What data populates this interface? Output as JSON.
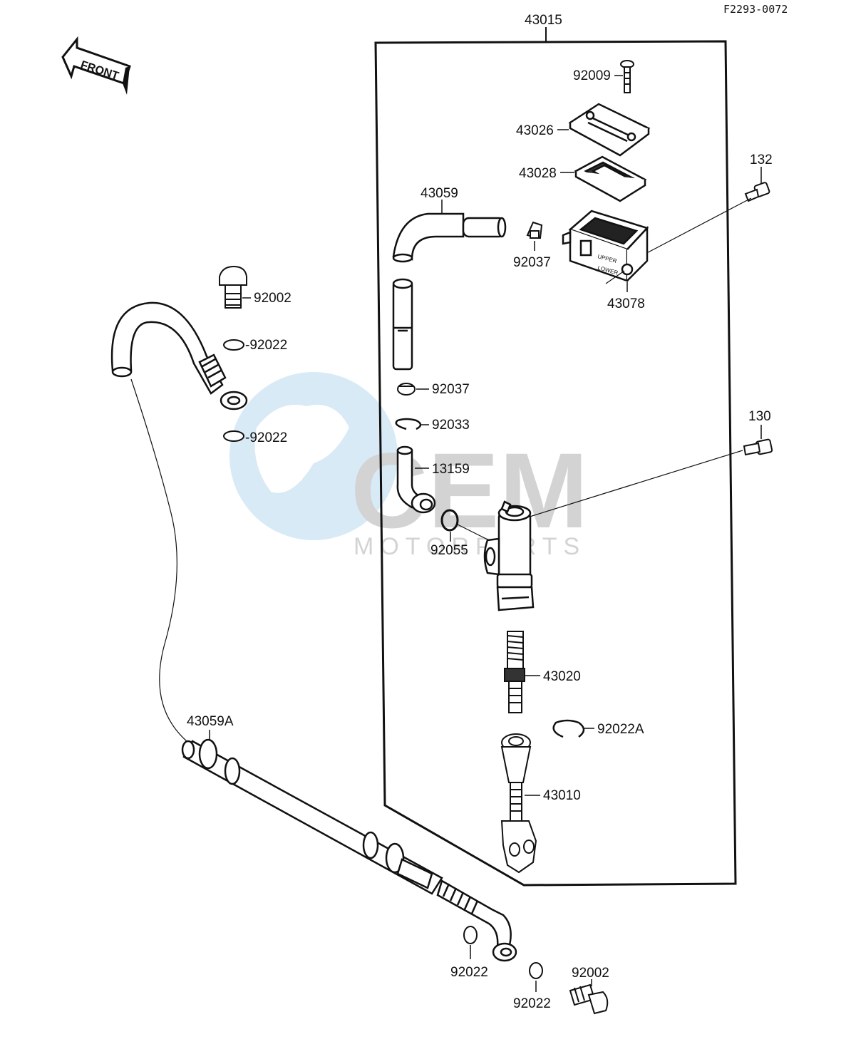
{
  "diagram": {
    "code": "F2293-0072",
    "front_label": "FRONT",
    "watermark": {
      "brand": "CEM",
      "sub": "MOTORPARTS"
    },
    "assembly_label": "43015",
    "reservoir_text": {
      "upper": "UPPER",
      "lower": "LOWER"
    },
    "parts": {
      "p92009": "92009",
      "p43026": "43026",
      "p43028": "43028",
      "p132": "132",
      "p43059": "43059",
      "p92037a": "92037",
      "p43078": "43078",
      "p92002a": "92002",
      "p92022a": "-92022",
      "p92022b": "-92022",
      "p92037b": "92037",
      "p92033": "92033",
      "p130": "130",
      "p13159": "13159",
      "p92055": "92055",
      "p43020": "43020",
      "p92022A": "92022A",
      "p43059A": "43059A",
      "p43010": "43010",
      "p92022c": "92022",
      "p92022d": "92022",
      "p92002b": "92002"
    }
  }
}
